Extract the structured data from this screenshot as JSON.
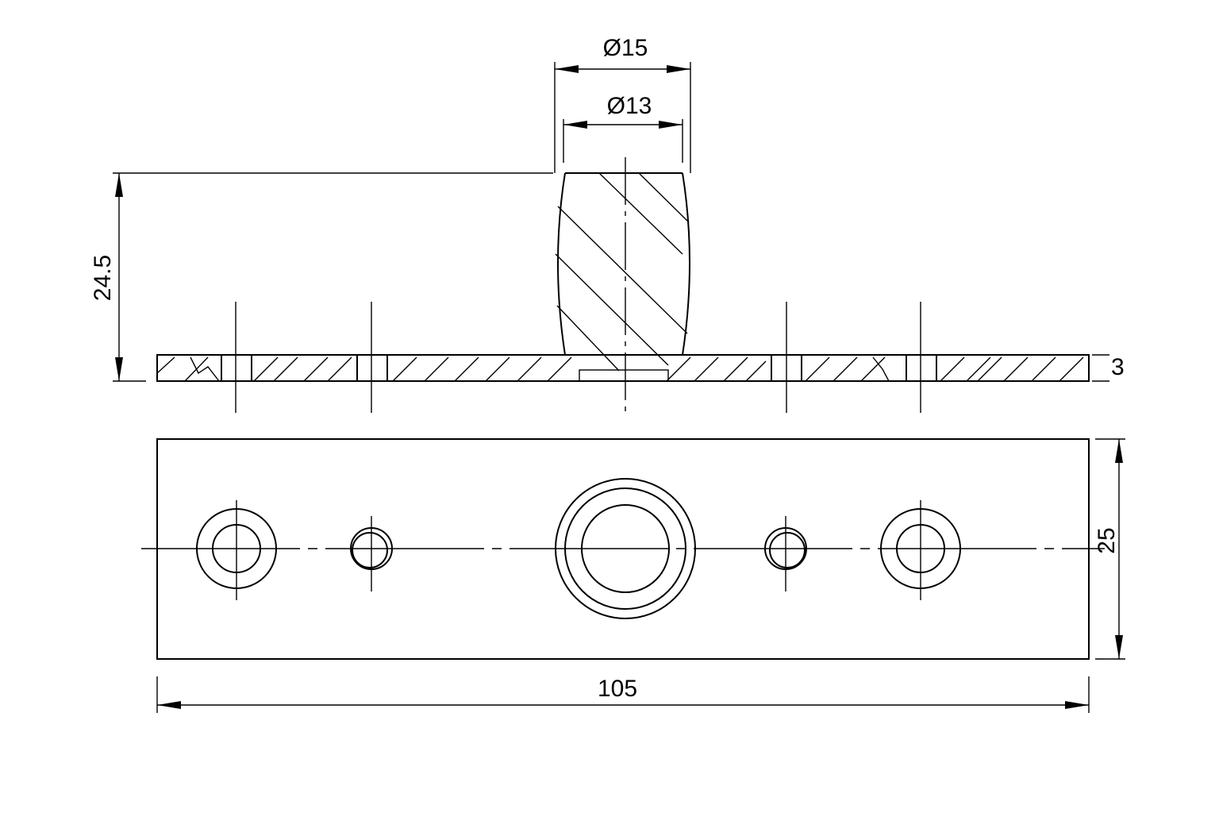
{
  "drawing": {
    "dimensions": {
      "outer_diameter": "Ø15",
      "inner_diameter": "Ø13",
      "height": "24.5",
      "thickness": "3",
      "width": "25",
      "length": "105"
    },
    "line_color": "#000000",
    "background_color": "#ffffff"
  }
}
